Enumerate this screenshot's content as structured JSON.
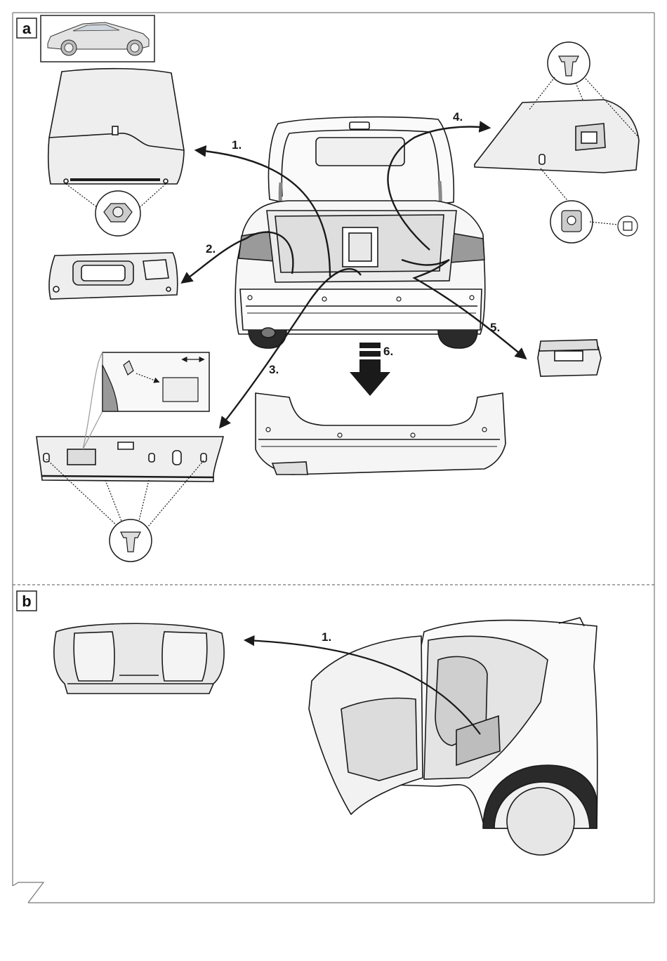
{
  "sections": [
    {
      "id": "a",
      "label": "a"
    },
    {
      "id": "b",
      "label": "b"
    }
  ],
  "section_a": {
    "steps": [
      {
        "label": "1.",
        "part": "luggage-compartment-floor-cover-and-side-trim"
      },
      {
        "label": "2.",
        "part": "loading-sill-floor-panel"
      },
      {
        "label": "3.",
        "part": "rear-panel-trim"
      },
      {
        "label": "4.",
        "part": "right-side-trim"
      },
      {
        "label": "5.",
        "part": "storage-compartment"
      },
      {
        "label": "6.",
        "part": "rear-bumper"
      }
    ]
  },
  "section_b": {
    "steps": [
      {
        "label": "1.",
        "part": "rear-seat-cushion"
      }
    ]
  },
  "colors": {
    "ink": "#1a1a1a",
    "part_fill": "#e6e6e6",
    "part_fill_dark": "#bdbdbd",
    "tyre": "#2a2a2a",
    "frame": "#777777"
  }
}
